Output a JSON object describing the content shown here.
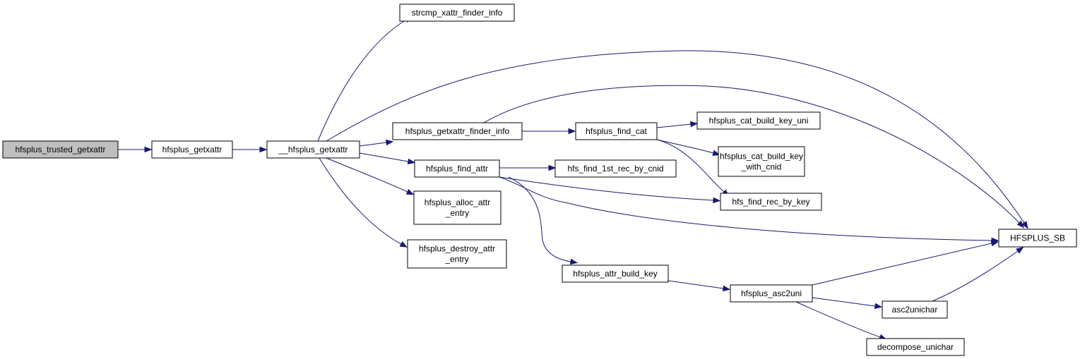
{
  "nodes": [
    {
      "id": "root",
      "lines": [
        "hfsplus_trusted_getxattr"
      ],
      "root": true
    },
    {
      "id": "getxattr",
      "lines": [
        "hfsplus_getxattr"
      ]
    },
    {
      "id": "__getxattr",
      "lines": [
        "__hfsplus_getxattr"
      ]
    },
    {
      "id": "strcmp",
      "lines": [
        "strcmp_xattr_finder_info"
      ]
    },
    {
      "id": "finder_info",
      "lines": [
        "hfsplus_getxattr_finder_info"
      ]
    },
    {
      "id": "find_attr",
      "lines": [
        "hfsplus_find_attr"
      ]
    },
    {
      "id": "alloc_attr",
      "lines": [
        "hfsplus_alloc_attr",
        "_entry"
      ]
    },
    {
      "id": "destroy_attr",
      "lines": [
        "hfsplus_destroy_attr",
        "_entry"
      ]
    },
    {
      "id": "find_cat",
      "lines": [
        "hfsplus_find_cat"
      ]
    },
    {
      "id": "find_1st",
      "lines": [
        "hfs_find_1st_rec_by_cnid"
      ]
    },
    {
      "id": "attr_build_key",
      "lines": [
        "hfsplus_attr_build_key"
      ]
    },
    {
      "id": "cat_build_key_uni",
      "lines": [
        "hfsplus_cat_build_key_uni"
      ]
    },
    {
      "id": "cat_build_key_cnid",
      "lines": [
        "hfsplus_cat_build_key",
        "_with_cnid"
      ]
    },
    {
      "id": "find_rec_by_key",
      "lines": [
        "hfs_find_rec_by_key"
      ]
    },
    {
      "id": "asc2uni",
      "lines": [
        "hfsplus_asc2uni"
      ]
    },
    {
      "id": "hfsplus_sb",
      "lines": [
        "HFSPLUS_SB"
      ]
    },
    {
      "id": "asc2unichar",
      "lines": [
        "asc2unichar"
      ]
    },
    {
      "id": "decompose",
      "lines": [
        "decompose_unichar"
      ]
    }
  ],
  "edges": [
    [
      "root",
      "getxattr"
    ],
    [
      "getxattr",
      "__getxattr"
    ],
    [
      "__getxattr",
      "strcmp"
    ],
    [
      "__getxattr",
      "hfsplus_sb"
    ],
    [
      "__getxattr",
      "finder_info"
    ],
    [
      "__getxattr",
      "find_attr"
    ],
    [
      "__getxattr",
      "alloc_attr"
    ],
    [
      "__getxattr",
      "destroy_attr"
    ],
    [
      "finder_info",
      "hfsplus_sb"
    ],
    [
      "finder_info",
      "find_cat"
    ],
    [
      "find_cat",
      "cat_build_key_uni"
    ],
    [
      "find_cat",
      "cat_build_key_cnid"
    ],
    [
      "find_cat",
      "find_rec_by_key"
    ],
    [
      "find_attr",
      "find_1st"
    ],
    [
      "find_attr",
      "find_rec_by_key"
    ],
    [
      "find_attr",
      "hfsplus_sb"
    ],
    [
      "find_attr",
      "attr_build_key"
    ],
    [
      "attr_build_key",
      "asc2uni"
    ],
    [
      "asc2uni",
      "hfsplus_sb"
    ],
    [
      "asc2uni",
      "asc2unichar"
    ],
    [
      "asc2uni",
      "decompose"
    ],
    [
      "asc2unichar",
      "hfsplus_sb"
    ]
  ]
}
